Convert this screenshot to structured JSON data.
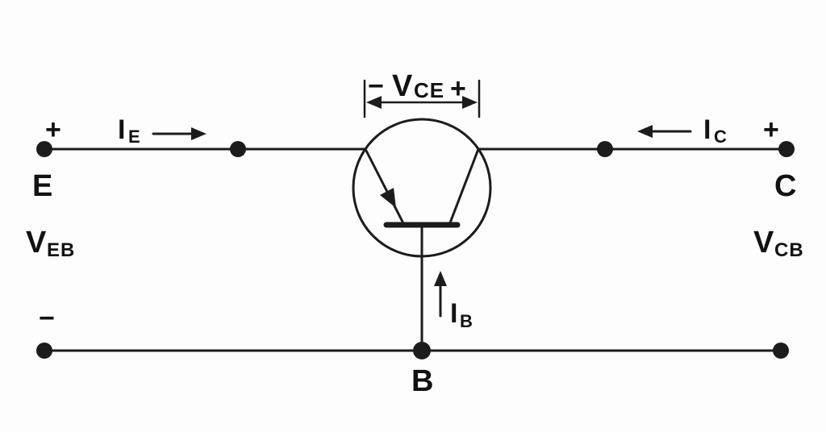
{
  "title": "PNP transistor two-port sign convention circuit diagram",
  "colors": {
    "line": "#1c1c1c",
    "background": "#fdfdfd"
  },
  "labels": {
    "vce": {
      "main": "V",
      "sub": "CE"
    },
    "veb": {
      "main": "V",
      "sub": "EB"
    },
    "vcb": {
      "main": "V",
      "sub": "CB"
    },
    "ie": {
      "main": "I",
      "sub": "E"
    },
    "ic": {
      "main": "I",
      "sub": "C"
    },
    "ib": {
      "main": "I",
      "sub": "B"
    },
    "terminal_e": "E",
    "terminal_c": "C",
    "terminal_b": "B",
    "plus_top": "+",
    "minus_top": "−",
    "plus_left": "+",
    "minus_left": "−",
    "plus_right": "+"
  }
}
